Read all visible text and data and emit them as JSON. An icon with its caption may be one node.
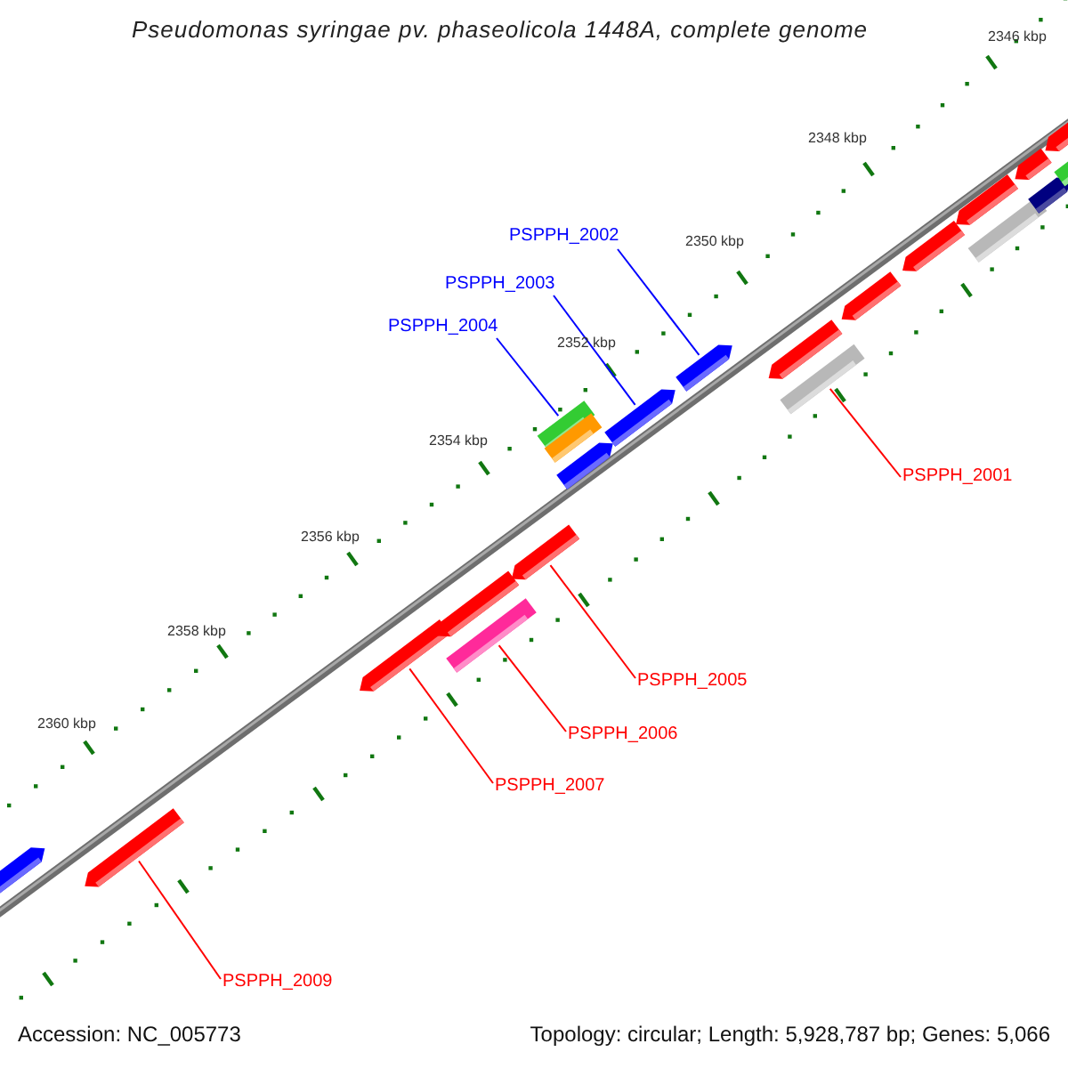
{
  "diagram": {
    "title": "Pseudomonas syringae pv. phaseolicola 1448A, complete genome",
    "nodes": [
      {
        "text": [],
        "shape": "bar"
      },
      {
        "text": [],
        "shape": "bar"
      },
      {
        "text": [],
        "shape": "bar"
      },
      {
        "text": [],
        "shape": "bar"
      },
      {
        "text": [],
        "shape": "bar"
      },
      {
        "text": [],
        "shape": "bar"
      },
      {
        "text": [],
        "shape": "bar"
      },
      {
        "text": [],
        "shape": "bar"
      },
      {
        "text": [],
        "shape": "bar"
      },
      {
        "text": [],
        "shape": "bar"
      },
      {
        "text": [],
        "shape": "bar"
      },
      {
        "text": [],
        "shape": "bar"
      },
      {
        "text": [],
        "shape": "bar"
      },
      {
        "text": [],
        "shape": "bar"
      },
      {
        "text": [],
        "shape": "bar"
      },
      {
        "text": [],
        "shape": "bar"
      },
      {
        "text": [],
        "shape": "bar"
      },
      {
        "text": [],
        "shape": "bar"
      },
      {
        "text": [],
        "shape": "bar"
      },
      {
        "text": [],
        "shape": "bar"
      },
      {
        "text": [],
        "shape": "bar"
      },
      {
        "text": [
          "PSPPH_2002"
        ]
      },
      {
        "text": [
          "PSPPH_2003"
        ]
      },
      {
        "text": [
          "PSPPH_2004"
        ]
      },
      {
        "text": [
          "PSPPH_2001"
        ]
      },
      {
        "text": [
          "PSPPH_2005"
        ]
      },
      {
        "text": [
          "PSPPH_2006"
        ]
      },
      {
        "text": [
          "PSPPH_2007"
        ]
      },
      {
        "text": [
          "PSPPH_2009"
        ]
      }
    ],
    "edges": [
      {
        "from": 21,
        "to": 10,
        "arrow": "none",
        "color": "#0000ff"
      },
      {
        "from": 22,
        "to": 9,
        "arrow": "none",
        "color": "#0000ff"
      },
      {
        "from": 23,
        "to": 6,
        "arrow": "none",
        "color": "#0000ff"
      },
      {
        "from": 24,
        "to": 12,
        "arrow": "none"
      },
      {
        "from": 25,
        "to": 5,
        "arrow": "none"
      },
      {
        "from": 26,
        "to": 4,
        "arrow": "none"
      },
      {
        "from": 27,
        "to": 2,
        "arrow": "none"
      },
      {
        "from": 28,
        "to": 1,
        "arrow": "none"
      }
    ],
    "labels": [
      "2346 kbp",
      "2348 kbp",
      "2350 kbp",
      "2352 kbp",
      "2354 kbp",
      "2356 kbp",
      "2358 kbp",
      "2360 kbp",
      "Accession: NC_005773",
      "Topology: circular; Length: 5,928,787 bp; Genes: 5,066"
    ]
  }
}
